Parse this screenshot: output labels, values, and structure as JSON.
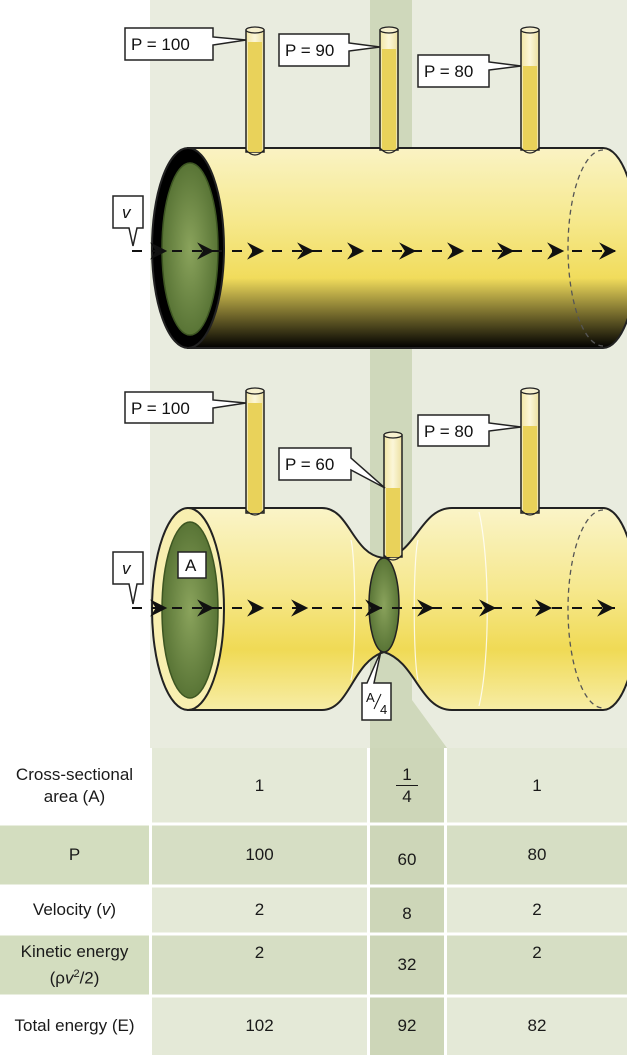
{
  "top_tube": {
    "callouts": [
      {
        "label": "P = 100"
      },
      {
        "label": "P = 90"
      },
      {
        "label": "P = 80"
      }
    ],
    "velocity_label": "v"
  },
  "bottom_tube": {
    "callouts": [
      {
        "label": "P = 100"
      },
      {
        "label": "P = 60"
      },
      {
        "label": "P = 80"
      }
    ],
    "velocity_label": "v",
    "area_label": "A",
    "narrow_area_label": {
      "main": "A",
      "sub": "4"
    }
  },
  "table": {
    "rows": [
      {
        "label": "Cross-sectional area (A)",
        "values": [
          "1",
          {
            "num": "1",
            "den": "4"
          },
          "1"
        ]
      },
      {
        "label": "P",
        "values": [
          "100",
          "60",
          "80"
        ]
      },
      {
        "label_parts": {
          "text": "Velocity (",
          "var": "v",
          "tail": ")"
        },
        "values": [
          "2",
          "8",
          "2"
        ]
      },
      {
        "label_parts": {
          "line1": "Kinetic energy",
          "rho": "ρ",
          "var": "v",
          "sup": "2",
          "tail": "/2)"
        },
        "values": [
          "2",
          "32",
          "2"
        ]
      },
      {
        "label": "Total energy (E)",
        "values": [
          "102",
          "92",
          "82"
        ]
      }
    ]
  },
  "colors": {
    "background_panel": "#e9ecdf",
    "table_band": "#dfe5d1",
    "table_label_band": "#d3ddbf",
    "narrow_band": "#cfd8bb",
    "tube_fill": "#f7eb9c",
    "tube_highlight": "#f0d84a",
    "lumen": "#6e8a45",
    "fluid": "#e8d45c"
  }
}
